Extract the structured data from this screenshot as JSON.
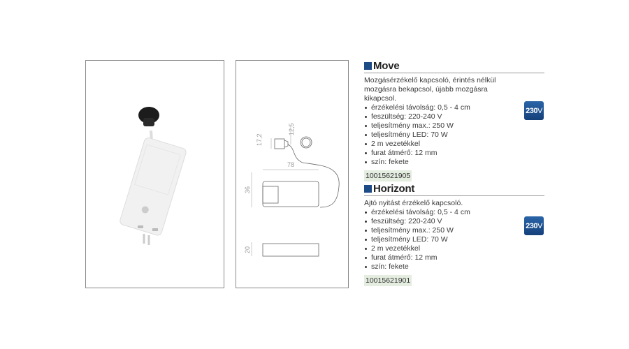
{
  "products": [
    {
      "title": "Move",
      "description": "Mozgásérzékelő kapcsoló, érintés nélkül mozgásra bekapcsol, újabb mozgásra kikapcsol.",
      "features": [
        "érzékelési távolság: 0,5 - 4 cm",
        "feszültség: 220-240 V",
        "teljesítmény max.: 250 W",
        "teljesítmény LED: 70 W",
        "2 m vezetékkel",
        "furat átmérő: 12 mm",
        "szín: fekete"
      ],
      "code": "10015621905",
      "badge": {
        "number": "230",
        "unit": "V"
      }
    },
    {
      "title": "Horizont",
      "description": "Ajtó nyitást érzékelő kapcsoló.",
      "features": [
        "érzékelési távolság: 0,5 - 4 cm",
        "feszültség: 220-240 V",
        "teljesítmény max.: 250 W",
        "teljesítmény LED: 70 W",
        "2 m vezetékkel",
        "furat átmérő: 12 mm",
        "szín: fekete"
      ],
      "code": "10015621901",
      "badge": {
        "number": "230",
        "unit": "V"
      }
    }
  ],
  "drawing": {
    "dim_sensor_height": "17,2",
    "dim_sensor_depth": "12,5",
    "dim_length": "78",
    "dim_width": "36",
    "dim_height": "20"
  },
  "colors": {
    "accent": "#1d4b86",
    "code_bg": "#e4ede0"
  }
}
